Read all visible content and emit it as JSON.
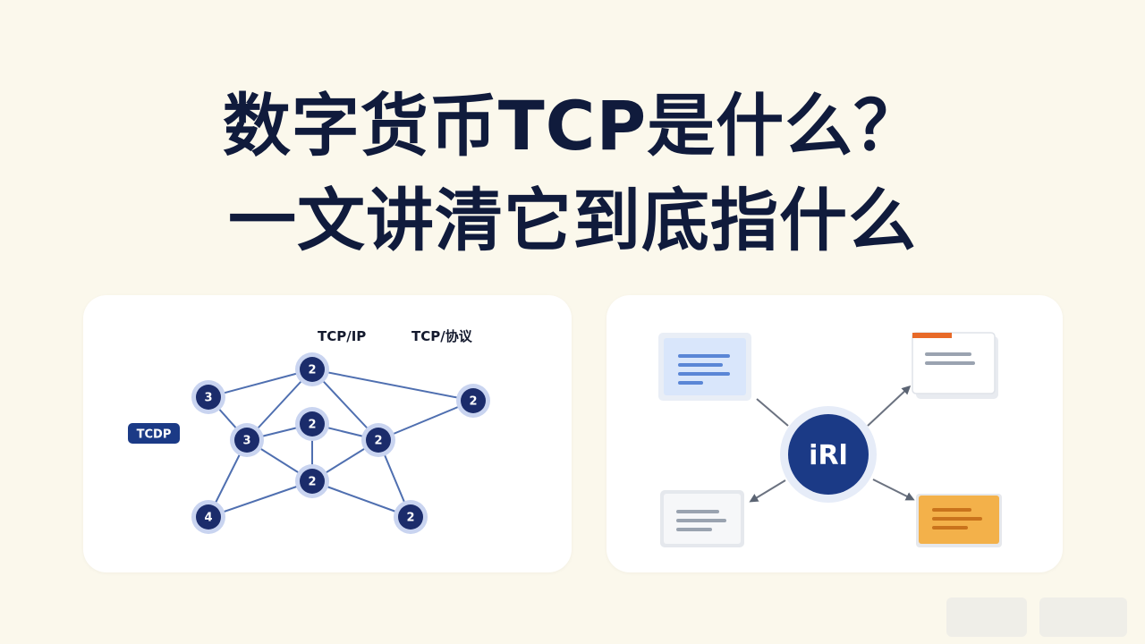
{
  "title": {
    "line1": "数字货币TCP是什么？",
    "line2": "一文讲清它到底指什么"
  },
  "network": {
    "labels": [
      "TCP/IP",
      "TCP/协议"
    ],
    "badge": "TCDP",
    "nodes": [
      {
        "id": "n_top",
        "label": "2"
      },
      {
        "id": "n_left",
        "label": "3"
      },
      {
        "id": "n_right",
        "label": "2"
      },
      {
        "id": "n_center",
        "label": "2"
      },
      {
        "id": "n_midleft",
        "label": "3"
      },
      {
        "id": "n_midright",
        "label": "2"
      },
      {
        "id": "n_lower",
        "label": "2"
      },
      {
        "id": "n_botleft",
        "label": "4"
      },
      {
        "id": "n_botright",
        "label": "2"
      }
    ],
    "edges": [
      [
        "n_top",
        "n_right"
      ],
      [
        "n_top",
        "n_midleft"
      ],
      [
        "n_top",
        "n_midright"
      ],
      [
        "n_left",
        "n_midleft"
      ],
      [
        "n_left",
        "n_top"
      ],
      [
        "n_center",
        "n_midleft"
      ],
      [
        "n_center",
        "n_midright"
      ],
      [
        "n_center",
        "n_lower"
      ],
      [
        "n_midleft",
        "n_lower"
      ],
      [
        "n_midright",
        "n_lower"
      ],
      [
        "n_right",
        "n_midright"
      ],
      [
        "n_midleft",
        "n_botleft"
      ],
      [
        "n_lower",
        "n_botleft"
      ],
      [
        "n_lower",
        "n_botright"
      ],
      [
        "n_midright",
        "n_botright"
      ]
    ]
  },
  "hub": {
    "label": "iRl"
  },
  "colors": {
    "background": "#fbf8ec",
    "title": "#101b3c",
    "node_fill": "#1b2c6b",
    "node_ring": "#c9d4f0",
    "edge": "#4f6fb0",
    "badge": "#1b3a86",
    "hub_fill": "#1b3a86",
    "doc_blue": "#dbe7fb",
    "doc_orange": "#f3b14a"
  }
}
